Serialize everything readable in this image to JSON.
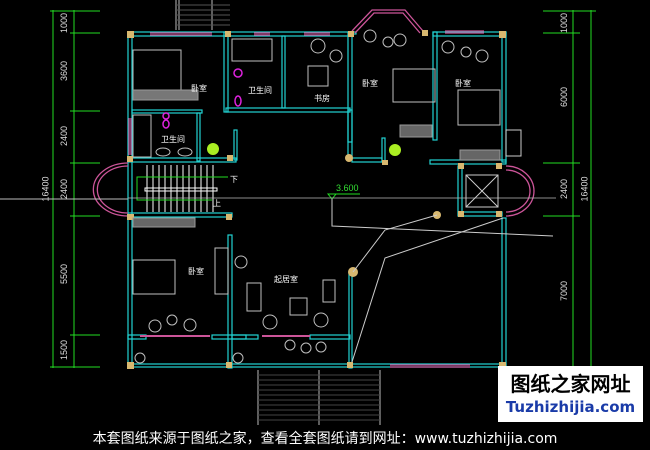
{
  "drawing": {
    "type": "floor-plan",
    "colors": {
      "background": "#000000",
      "wall": "#22d3d3",
      "window": "#cc5599",
      "column": "#d8b870",
      "dimension": "#22dd22",
      "furniture": "#bfbfbf",
      "fixture": "#dd22dd",
      "plant": "#aaee22"
    },
    "rooms": {
      "bedroom_top_left": "卧室",
      "bathroom_top": "卫生间",
      "bathroom_left": "卫生间",
      "study": "书房",
      "bedroom_top_center": "卧室",
      "bedroom_top_right": "卧室",
      "bedroom_bottom_left": "卧室",
      "living_room": "起居室"
    },
    "stairs": {
      "down": "下",
      "up": "上"
    },
    "elevation": "3.600"
  },
  "dimensions": {
    "left": {
      "total": "16400",
      "segments": [
        "1000",
        "3600",
        "2400",
        "2400",
        "5500",
        "1500"
      ]
    },
    "right": {
      "total": "16400",
      "segments": [
        "1000",
        "6000",
        "2400",
        "7000"
      ]
    }
  },
  "watermark": {
    "title": "图纸之家网址",
    "url": "Tuzhizhijia.com"
  },
  "footer": {
    "text": "本套图纸来源于图纸之家，查看全套图纸请到网址：www.tuzhizhijia.com"
  }
}
